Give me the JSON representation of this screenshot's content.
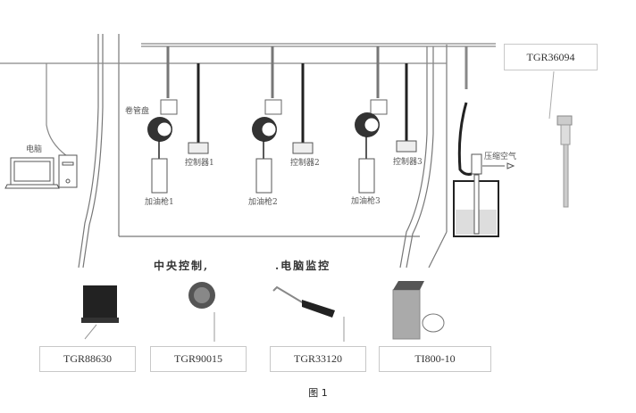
{
  "diagram": {
    "caption": "图 1",
    "headings": {
      "central_control": "中央控制,",
      "pc_monitor": ".电脑监控"
    },
    "labels": {
      "computer": "电脑",
      "hose_reel": "卷管盘",
      "compressed_air": "压缩空气",
      "controllers": [
        "控制器1",
        "控制器2",
        "控制器3"
      ],
      "guns": [
        "加油枪1",
        "加油枪2",
        "加油枪3"
      ]
    },
    "products": [
      {
        "id": "bracket",
        "model": "TGR88630"
      },
      {
        "id": "hose-reel",
        "model": "TGR90015"
      },
      {
        "id": "oil-gun",
        "model": "TGR33120"
      },
      {
        "id": "control-cabinet",
        "model": "TI800-10"
      },
      {
        "id": "pump",
        "model": "TGR36094"
      }
    ],
    "colors": {
      "line": "#777777",
      "dark": "#222222",
      "fluid": "#dddddd"
    }
  }
}
